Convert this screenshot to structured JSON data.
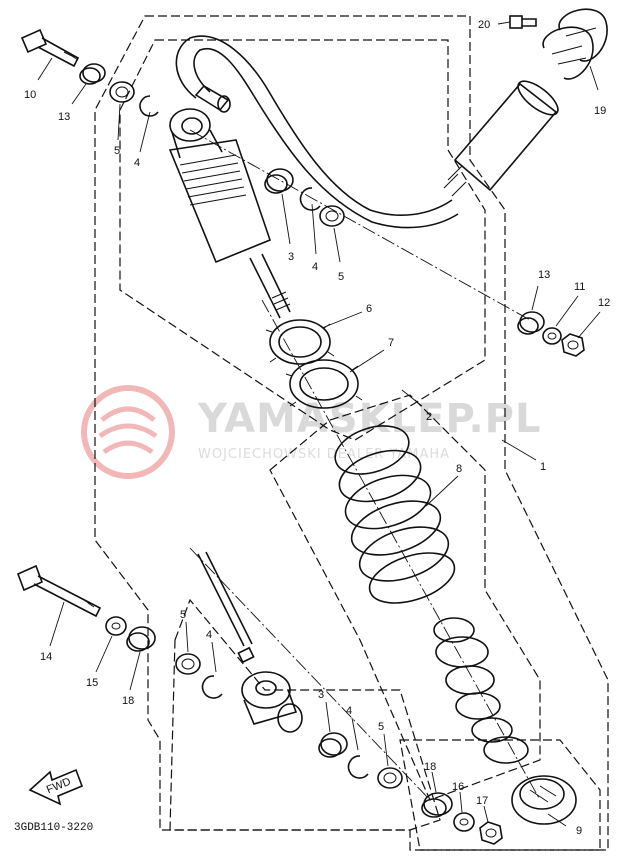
{
  "watermark": {
    "brand": "YAMASKLEP.PL",
    "subtitle": "WOJCIECHOWSKI DEALER YAMAHA",
    "color": "#e06060"
  },
  "drawing_code": "3GDB110-3220",
  "direction_label": "FWD",
  "callouts": {
    "p1": "1",
    "p2": "2",
    "p3a": "3",
    "p3b": "3",
    "p4a": "4",
    "p4b": "4",
    "p4c": "4",
    "p4d": "4",
    "p5a": "5",
    "p5b": "5",
    "p5c": "5",
    "p5d": "5",
    "p6": "6",
    "p7": "7",
    "p8": "8",
    "p9": "9",
    "p10": "10",
    "p11": "11",
    "p12": "12",
    "p13a": "13",
    "p13b": "13",
    "p14": "14",
    "p15": "15",
    "p16": "16",
    "p17": "17",
    "p18a": "18",
    "p18b": "18",
    "p19": "19",
    "p20": "20"
  }
}
